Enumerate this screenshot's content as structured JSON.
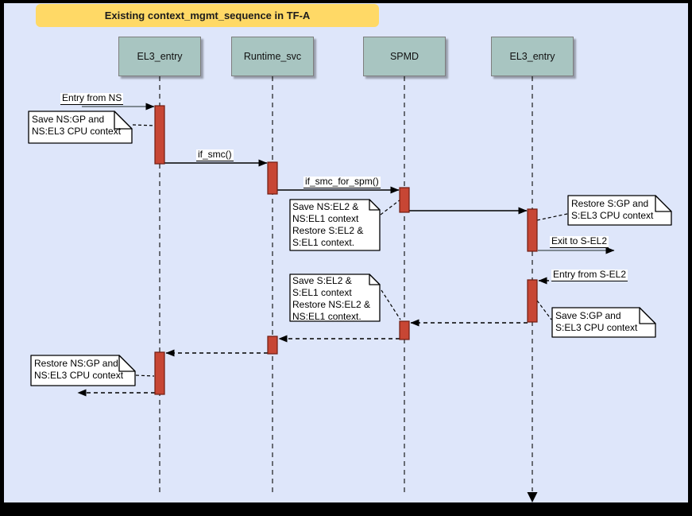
{
  "diagram": {
    "title": "Existing context_mgmt_sequence in TF-A",
    "actors": [
      {
        "label": "EL3_entry"
      },
      {
        "label": "Runtime_svc"
      },
      {
        "label": "SPMD"
      },
      {
        "label": "EL3_entry"
      }
    ],
    "messages": [
      {
        "label": "Entry from NS",
        "type": "solid-gray"
      },
      {
        "label": "if_smc()",
        "type": "solid-black"
      },
      {
        "label": "if_smc_for_spm()",
        "type": "solid-black"
      },
      {
        "label": "Exit to S-EL2",
        "type": "solid-gray"
      },
      {
        "label": "Entry from S-EL2",
        "type": "dashed-black"
      }
    ],
    "notes": [
      {
        "text": "Save NS:GP and\nNS:EL3 CPU context"
      },
      {
        "text": "Save NS:EL2 &\nNS:EL1 context\nRestore S:EL2 &\nS:EL1 context."
      },
      {
        "text": "Restore S:GP and\nS:EL3 CPU context"
      },
      {
        "text": "Save S:EL2 &\nS:EL1 context\nRestore NS:EL2 &\nNS:EL1 context."
      },
      {
        "text": "Save S:GP and\nS:EL3 CPU context"
      },
      {
        "text": "Restore NS:GP and\nNS:EL3 CPU context"
      }
    ],
    "colors": {
      "canvas-bg": "#dee6fa",
      "title-bg": "#ffd966",
      "actor-fill": "#a8c5c1",
      "activation-fill": "#c74634",
      "activation-border": "#701c10",
      "line-gray": "#5f6a70",
      "note-fill": "#ffffff"
    }
  }
}
